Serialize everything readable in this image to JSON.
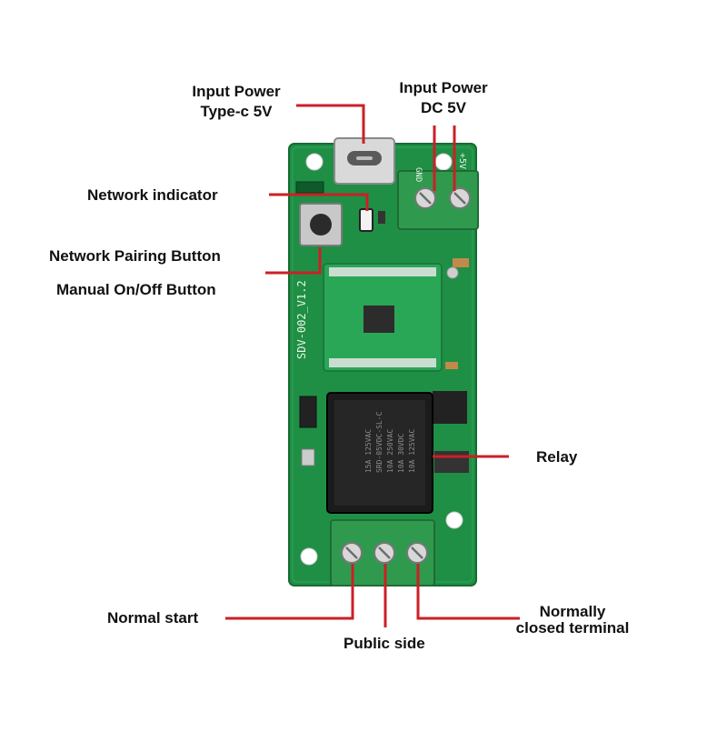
{
  "labels": {
    "input_power_typec": {
      "line1": "Input Power",
      "line2": "Type-c 5V"
    },
    "input_power_dc": {
      "line1": "Input Power",
      "line2": "DC 5V"
    },
    "network_indicator": "Network indicator",
    "pairing_button": "Network Pairing Button",
    "manual_button": "Manual On/Off Button",
    "relay": "Relay",
    "normal_start": "Normal start",
    "public_side": "Public side",
    "normally_closed": {
      "line1": "Normally",
      "line2": "closed terminal"
    }
  },
  "board_silkscreen": {
    "model": "SDV-002_V1.2",
    "gnd": "GND",
    "plus5v": "+5V",
    "relay_text": [
      "SRD-05VDC-SL-C",
      "10A 250VAC",
      "10A 30VDC",
      "10A 125VAC",
      "15A 125VAC"
    ]
  },
  "colors": {
    "pcb": "#1f8f45",
    "pcb_light": "#2aa657",
    "terminal": "#2f9a4e",
    "relay_body": "#1b1b1b",
    "leader_line": "#cc1f26"
  }
}
